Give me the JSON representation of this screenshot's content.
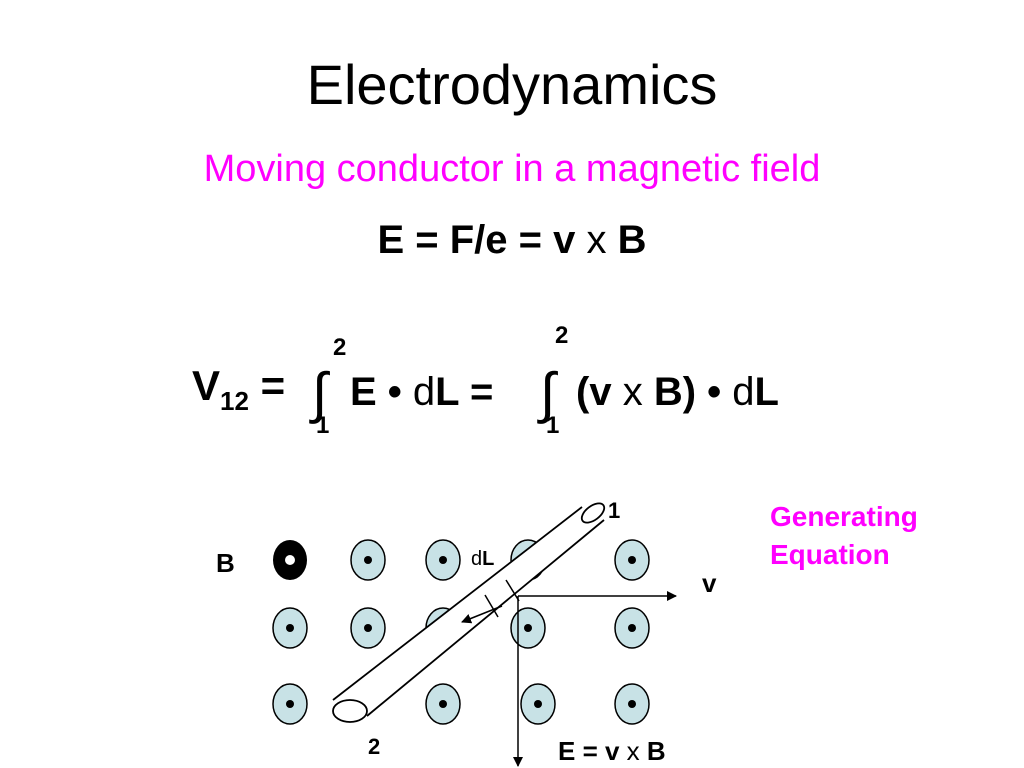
{
  "slide": {
    "title": "Electrodynamics",
    "subtitle": "Moving conductor in a magnetic field",
    "colors": {
      "accent": "#ff00ff",
      "dot_fill": "#c8e2e6",
      "text": "#000000"
    }
  },
  "equation1": {
    "E": "E",
    "eq1": " = ",
    "Fe": "F/e",
    "eq2": " = ",
    "v": "v",
    "x": " x ",
    "B": "B"
  },
  "equation2": {
    "V": "V",
    "sub": "12",
    "eq": " =",
    "integral1_upper": "2",
    "integral1_lower": "1",
    "integral2_upper": "2",
    "integral2_lower": "1",
    "integral_symbol": "∫",
    "part1_E": "E",
    "part1_dot": " • ",
    "part1_d": "d",
    "part1_L": "L",
    "part1_eq": " =",
    "part2_open": "(v",
    "part2_x": " x ",
    "part2_B": "B)",
    "part2_dot": " • ",
    "part2_d": "d",
    "part2_L": "L"
  },
  "generating_equation": {
    "line1": "Generating",
    "line2": "Equation"
  },
  "diagram": {
    "label_B": "B",
    "label_v": "v",
    "label_1": "1",
    "label_2": "2",
    "label_dL_d": "d",
    "label_dL_L": "L",
    "bottom_eq": {
      "E": "E",
      "eq": " = ",
      "v": "v",
      "x": " x ",
      "B": "B"
    }
  }
}
